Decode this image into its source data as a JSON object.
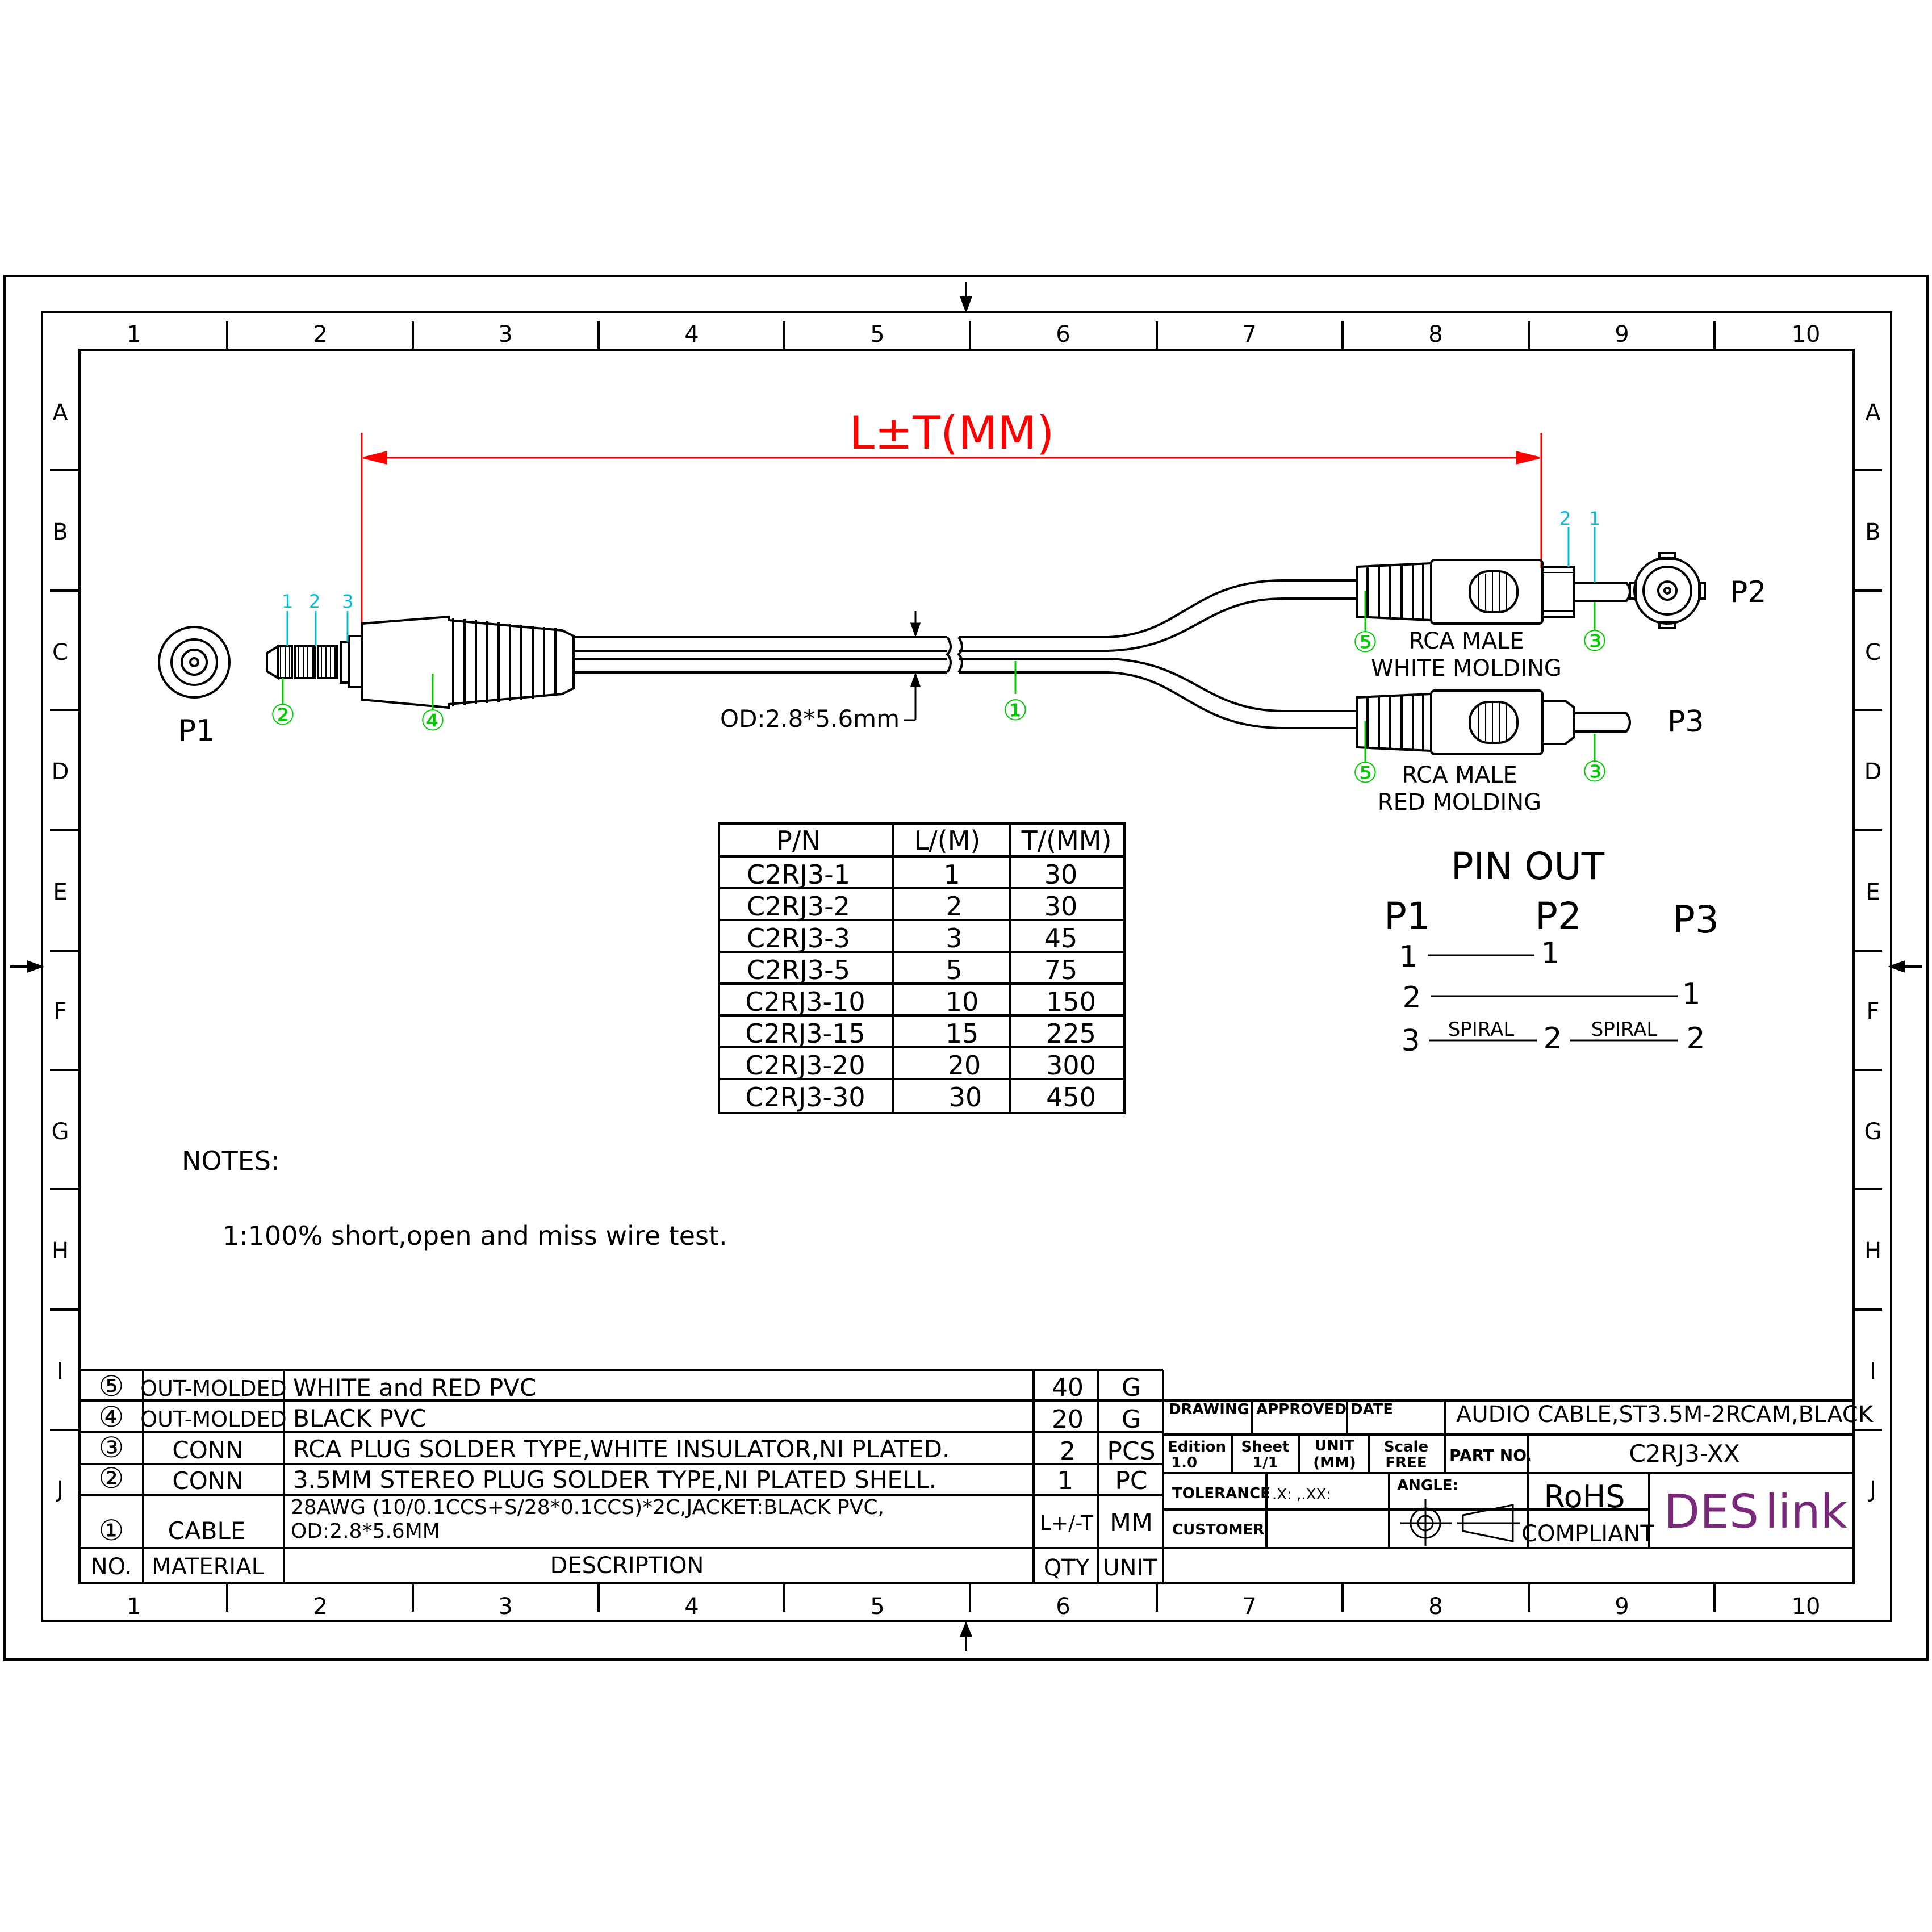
{
  "frame": {
    "columns": [
      "1",
      "2",
      "3",
      "4",
      "5",
      "6",
      "7",
      "8",
      "9",
      "10"
    ],
    "rows": [
      "A",
      "B",
      "C",
      "D",
      "E",
      "F",
      "G",
      "H",
      "I",
      "J"
    ]
  },
  "dimension": {
    "label": "L±T(MM)"
  },
  "cable": {
    "od_label": "OD:2.8*5.6mm",
    "p1_label": "P1",
    "p2_label": "P2",
    "p3_label": "P3",
    "pin_numbers": [
      "1",
      "2",
      "3"
    ],
    "rca_pin_numbers": [
      "2",
      "1"
    ],
    "callouts": [
      "①",
      "②",
      "③",
      "④",
      "⑤"
    ],
    "white_plug": {
      "line1": "RCA  MALE",
      "line2": "WHITE  MOLDING"
    },
    "red_plug": {
      "line1": "RCA  MALE",
      "line2": "RED  MOLDING"
    }
  },
  "length_table": {
    "headers": [
      "P/N",
      "L/(M)",
      "T/(MM)"
    ],
    "rows": [
      [
        "C2RJ3-1",
        "1",
        "30"
      ],
      [
        "C2RJ3-2",
        "2",
        "30"
      ],
      [
        "C2RJ3-3",
        "3",
        "45"
      ],
      [
        "C2RJ3-5",
        "5",
        "75"
      ],
      [
        "C2RJ3-10",
        "10",
        "150"
      ],
      [
        "C2RJ3-15",
        "15",
        "225"
      ],
      [
        "C2RJ3-20",
        "20",
        "300"
      ],
      [
        "C2RJ3-30",
        "30",
        "450"
      ]
    ]
  },
  "pinout": {
    "title": "PIN  OUT",
    "headers": [
      "P1",
      "P2",
      "P3"
    ],
    "row1": {
      "p1": "1",
      "p2": "1"
    },
    "row2": {
      "p1": "2",
      "p3": "1"
    },
    "row3": {
      "p1": "3",
      "p2": "2",
      "p3": "2",
      "spiral": "SPIRAL"
    }
  },
  "notes": {
    "title": "NOTES:",
    "items": [
      "1:100%  short,open  and  miss  wire  test."
    ]
  },
  "bom": {
    "header": {
      "no": "NO.",
      "material": "MATERIAL",
      "description": "DESCRIPTION",
      "qty": "QTY",
      "unit": "UNIT"
    },
    "rows": [
      {
        "no": "⑤",
        "material": "OUT-MOLDED",
        "description": "WHITE  and  RED  PVC",
        "qty": "40",
        "unit": "G"
      },
      {
        "no": "④",
        "material": "OUT-MOLDED",
        "description": "BLACK  PVC",
        "qty": "20",
        "unit": "G"
      },
      {
        "no": "③",
        "material": "CONN",
        "description": "RCA  PLUG  SOLDER  TYPE,WHITE  INSULATOR,NI  PLATED.",
        "qty": "2",
        "unit": "PCS"
      },
      {
        "no": "②",
        "material": "CONN",
        "description": "3.5MM  STEREO  PLUG  SOLDER  TYPE,NI  PLATED  SHELL.",
        "qty": "1",
        "unit": "PC"
      },
      {
        "no": "①",
        "material": "CABLE",
        "description": "28AWG  (10/0.1CCS+S/28*0.1CCS)*2C,JACKET:BLACK  PVC,",
        "description2": "OD:2.8*5.6MM",
        "qty": "L+/-T",
        "unit": "MM"
      }
    ]
  },
  "title_block": {
    "drawing": "DRAWING",
    "approved": "APPROVED",
    "date": "DATE",
    "title": "AUDIO  CABLE,ST3.5M-2RCAM,BLACK",
    "edition_label": "Edition",
    "edition_value": "1.0",
    "sheet_label": "Sheet",
    "sheet_value": "1/1",
    "unit_label": "UNIT",
    "unit_value": "(MM)",
    "scale_label": "Scale",
    "scale_value": "FREE",
    "part_no_label": "PART NO.",
    "part_no_value": "C2RJ3-XX",
    "tolerance_label": "TOLERANCE",
    "tolerance_value": ".X:  ,.XX:",
    "angle_label": "ANGLE:",
    "customer_label": "CUSTOMER",
    "rohs_line1": "RoHS",
    "rohs_line2": "COMPLIANT",
    "logo_a": "DES",
    "logo_b": "link"
  },
  "colors": {
    "line": "#000000",
    "dimension": "#ff0000",
    "callout": "#00cc00",
    "pin_label": "#00bcd4",
    "logo": "#7b2a7b"
  }
}
